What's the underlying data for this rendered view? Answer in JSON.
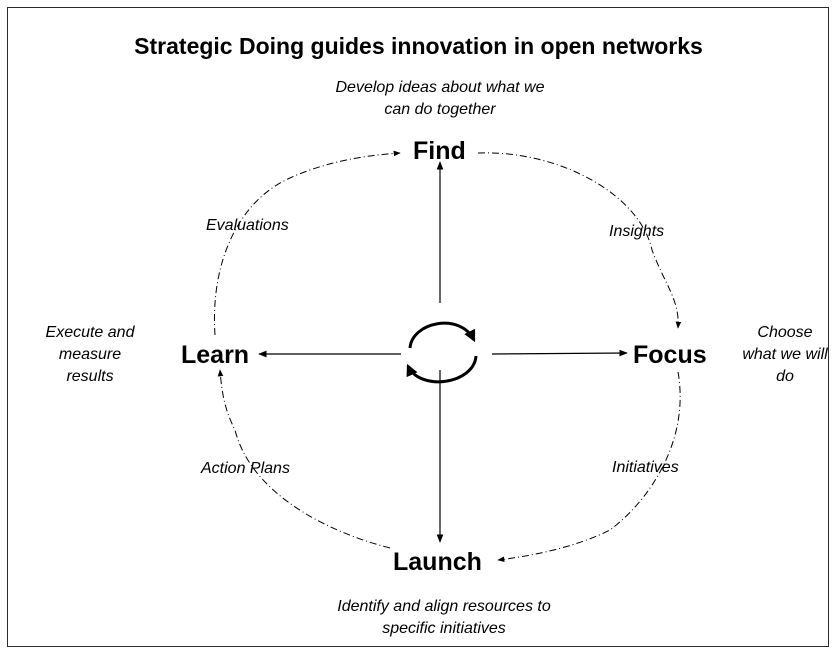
{
  "title": "Strategic Doing guides innovation in open networks",
  "nodes": {
    "find": "Find",
    "focus": "Focus",
    "launch": "Launch",
    "learn": "Learn"
  },
  "descriptions": {
    "find": [
      "Develop ideas about what we",
      "can do together"
    ],
    "focus": [
      "Choose",
      "what we will",
      "do"
    ],
    "launch": [
      "Identify and align resources to",
      "specific initiatives"
    ],
    "learn": [
      "Execute and",
      "measure",
      "results"
    ]
  },
  "cycle_labels": {
    "find_to_focus": "Insights",
    "focus_to_launch": "Initiatives",
    "launch_to_learn": "Action Plans",
    "learn_to_find": "Evaluations"
  },
  "center_icon": "cycle-arrows-icon"
}
